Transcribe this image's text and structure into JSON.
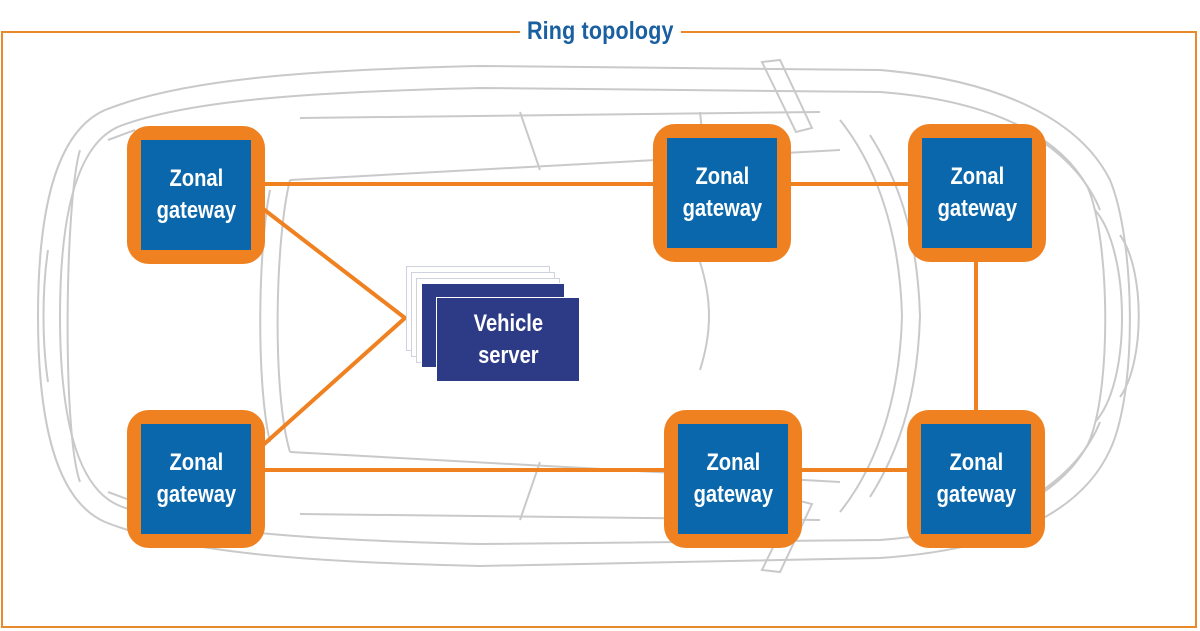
{
  "title": "Ring topology",
  "gateways": [
    {
      "label": "Zonal\ngateway"
    },
    {
      "label": "Zonal\ngateway"
    },
    {
      "label": "Zonal\ngateway"
    },
    {
      "label": "Zonal\ngateway"
    },
    {
      "label": "Zonal\ngateway"
    },
    {
      "label": "Zonal\ngateway"
    }
  ],
  "server": {
    "label": "Vehicle\nserver"
  },
  "colors": {
    "accent": "#f08121",
    "gateway_fill": "#0a67ac",
    "server_fill": "#2d3b87",
    "title": "#1a5fa0",
    "car_outline": "#c9c9c9"
  }
}
